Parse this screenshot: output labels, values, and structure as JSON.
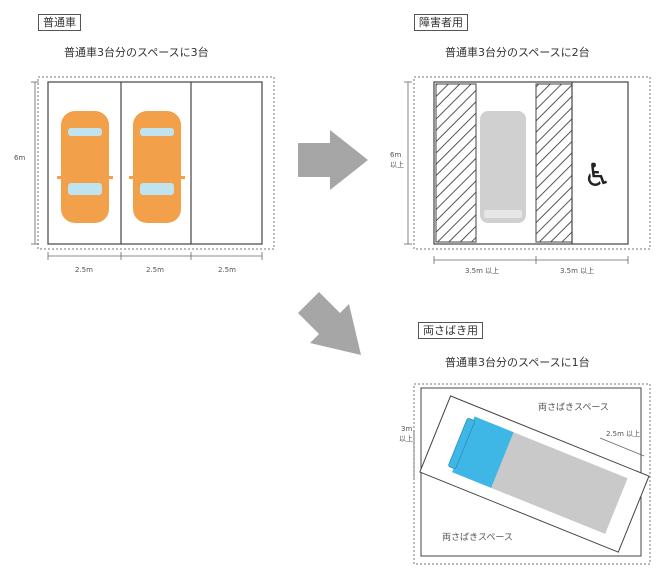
{
  "sections": {
    "regular": {
      "tag": "普通車",
      "caption": "普通車3台分のスペースに3台",
      "height_label": "6m",
      "widths": [
        "2.5m",
        "2.5m",
        "2.5m"
      ]
    },
    "disabled": {
      "tag": "障害者用",
      "caption": "普通車3台分のスペースに2台",
      "height_label_1": "6m",
      "height_label_2": "以上",
      "widths": [
        "3.5m 以上",
        "3.5m 以上"
      ]
    },
    "bothside": {
      "tag": "両さばき用",
      "caption": "普通車3台分のスペースに1台",
      "space_label_top": "両さばきスペース",
      "space_label_bottom": "両さばきスペース",
      "right_label": "2.5m 以上",
      "left_label_1": "3m",
      "left_label_2": "以上"
    }
  },
  "colors": {
    "car_orange": "#f2a04a",
    "car_window": "#bfe3ef",
    "gray_car": "#d0d0d0",
    "bus_cab": "#3fb7e6",
    "arrow_gray": "#a6a6a6"
  },
  "icons": {
    "wheelchair": "♿"
  }
}
